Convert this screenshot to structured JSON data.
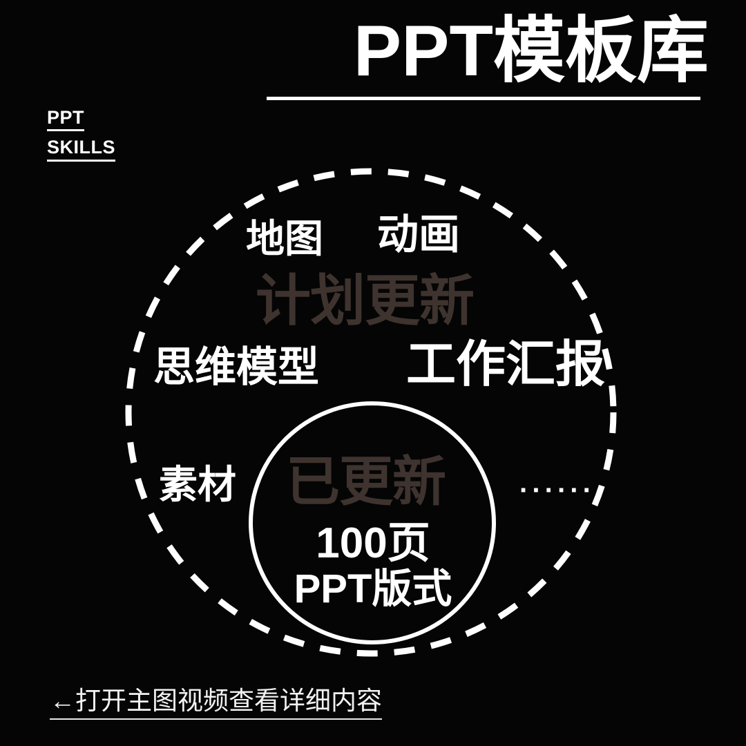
{
  "header": {
    "title": "PPT模板库",
    "brand_lines": [
      "PPT",
      "SKILLS"
    ]
  },
  "diagram": {
    "outer_circle": {
      "style": "dashed",
      "color": "#ffffff"
    },
    "inner_circle": {
      "style": "solid",
      "color": "#ffffff"
    },
    "nodes": [
      {
        "name": "map",
        "label": "地图",
        "state": "planned_outside"
      },
      {
        "name": "animation",
        "label": "动画",
        "state": "planned_outside"
      },
      {
        "name": "plan-update",
        "label": "计划更新",
        "state": "ghost"
      },
      {
        "name": "mental-model",
        "label": "思维模型",
        "state": "planned_outside"
      },
      {
        "name": "work-report",
        "label": "工作汇报",
        "state": "planned_outside"
      },
      {
        "name": "assets",
        "label": "素材",
        "state": "planned_outside"
      },
      {
        "name": "already-updated",
        "label": "已更新",
        "state": "ghost"
      },
      {
        "name": "ellipsis",
        "label": "······",
        "state": "planned_outside"
      }
    ],
    "inner_labels": {
      "line1": "100页",
      "line2": "PPT版式"
    }
  },
  "footer": {
    "note": "←打开主图视频查看详细内容"
  },
  "colors": {
    "background": "#050505",
    "foreground": "#ffffff",
    "ghost_text": "#3e332e"
  }
}
